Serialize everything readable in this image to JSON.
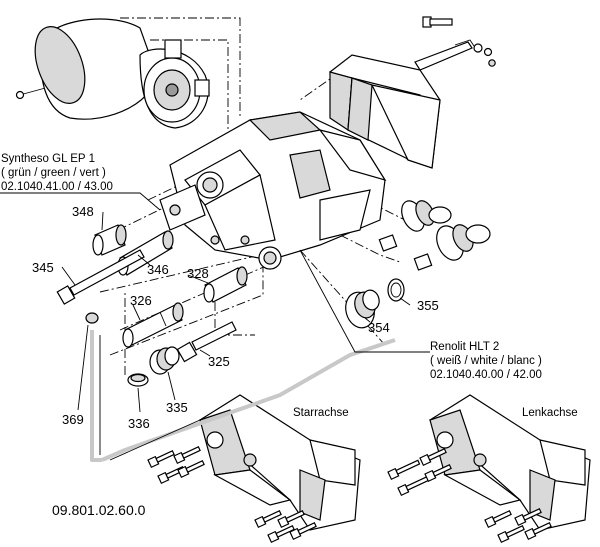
{
  "labels": {
    "p348": "348",
    "p345": "345",
    "p346": "346",
    "p328": "328",
    "p326": "326",
    "p325": "325",
    "p335": "335",
    "p336": "336",
    "p369": "369",
    "p354": "354",
    "p355": "355",
    "bottom_part": "09.801.02.60.0"
  },
  "grease_green": {
    "line1": "Syntheso GL EP 1",
    "line2": "( grün / green / vert )",
    "line3": "02.1040.41.00 / 43.00"
  },
  "grease_white": {
    "line1": "Renolit HLT 2",
    "line2": "( weiß / white / blanc )",
    "line3": "02.1040.40.00 / 42.00"
  },
  "carriers": {
    "rigid": "Starrachse",
    "steering": "Lenkachse"
  },
  "colors": {
    "line": "#000000",
    "shading": "#d9d9d9",
    "grease_path": "#c8c8c8"
  }
}
